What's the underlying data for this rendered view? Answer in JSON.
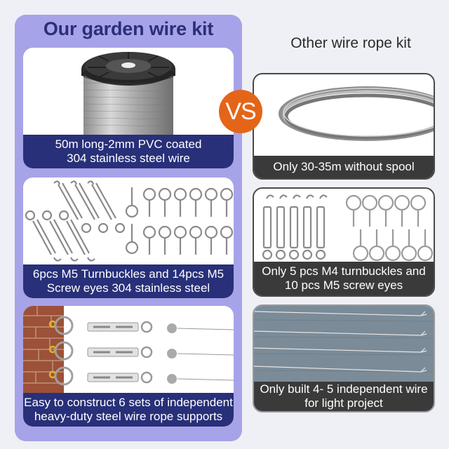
{
  "left": {
    "title": "Our garden wire kit",
    "cards": [
      {
        "caption": "50m long-2mm PVC coated\n304 stainless steel wire",
        "image": "wire-spool"
      },
      {
        "caption": "6pcs M5 Turnbuckles and 14pcs M5\nScrew eyes 304 stainless steel",
        "image": "turnbuckles-and-screw-eyes"
      },
      {
        "caption": "Easy to construct 6 sets of independent\nheavy-duty steel wire rope supports",
        "image": "wall-mounted-wire-supports"
      }
    ]
  },
  "vs_badge": "VS",
  "right": {
    "title": "Other wire rope kit",
    "cards": [
      {
        "caption": "Only 30-35m without spool",
        "image": "coiled-wire"
      },
      {
        "caption": "Only 5 pcs M4 turnbuckles and\n10 pcs M5 screw eyes",
        "image": "small-turnbuckles-and-screw-eyes"
      },
      {
        "caption": "Only built 4- 5 independent wire\nfor light project",
        "image": "wires-on-wall"
      }
    ]
  },
  "colors": {
    "left_panel": "#a7a3e8",
    "left_caption": "#283079",
    "title_blue": "#2a2f78",
    "right_caption": "#3a3a3a",
    "vs_orange": "#e46518",
    "background": "#eff0f5"
  }
}
